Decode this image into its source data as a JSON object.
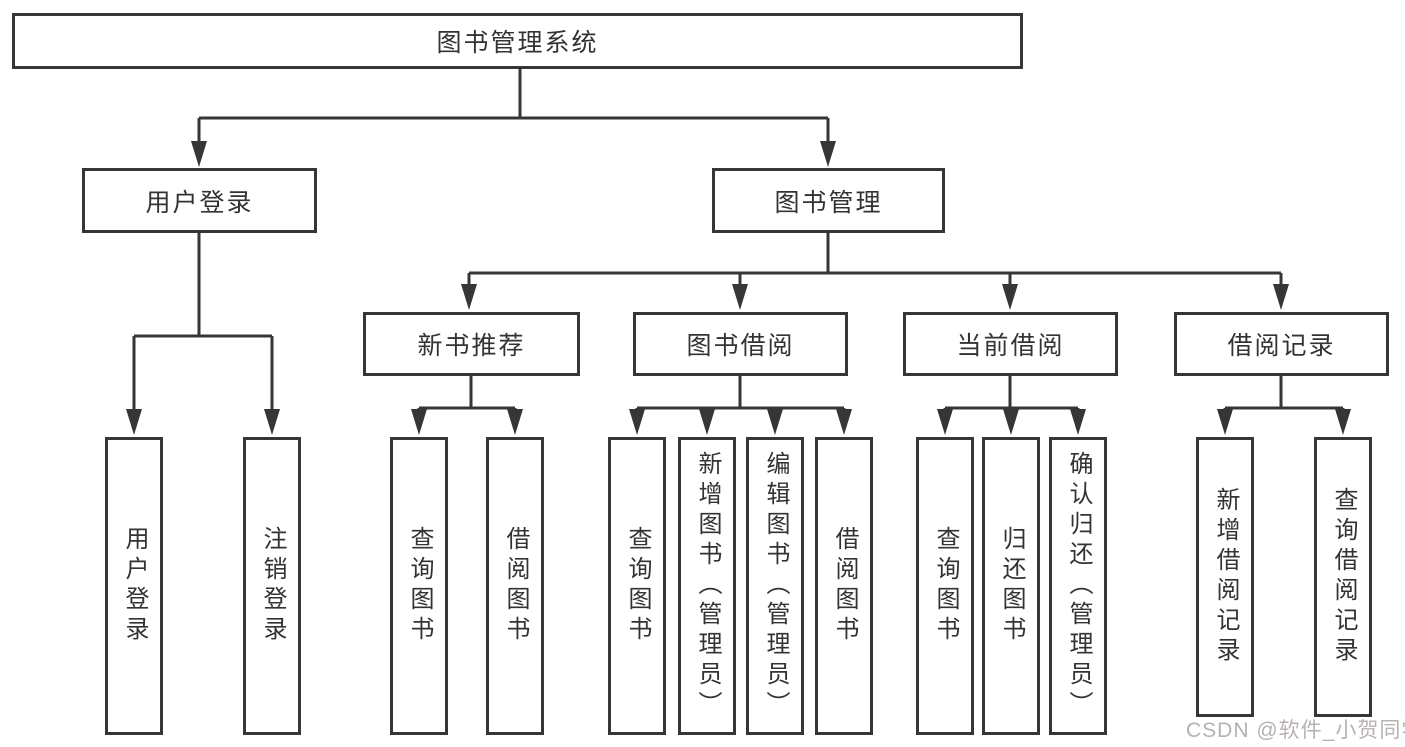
{
  "tree": {
    "root": {
      "label": "图书管理系统"
    },
    "branches": [
      {
        "label": "用户登录",
        "children": [
          {
            "label": "用户登录"
          },
          {
            "label": "注销登录"
          }
        ]
      },
      {
        "label": "图书管理",
        "children": [
          {
            "label": "新书推荐",
            "children": [
              {
                "label": "查询图书"
              },
              {
                "label": "借阅图书"
              }
            ]
          },
          {
            "label": "图书借阅",
            "children": [
              {
                "label": "查询图书"
              },
              {
                "label": "新增图书（管理员）"
              },
              {
                "label": "编辑图书（管理员）"
              },
              {
                "label": "借阅图书"
              }
            ]
          },
          {
            "label": "当前借阅",
            "children": [
              {
                "label": "查询图书"
              },
              {
                "label": "归还图书"
              },
              {
                "label": "确认归还（管理员）"
              }
            ]
          },
          {
            "label": "借阅记录",
            "children": [
              {
                "label": "新增借阅记录"
              },
              {
                "label": "查询借阅记录"
              }
            ]
          }
        ]
      }
    ]
  },
  "watermark": {
    "text": "CSDN @软件_小贺同学"
  },
  "colors": {
    "line": "#363636",
    "text": "#333333",
    "watermark": "#b7b1b1",
    "background": "#ffffff"
  }
}
